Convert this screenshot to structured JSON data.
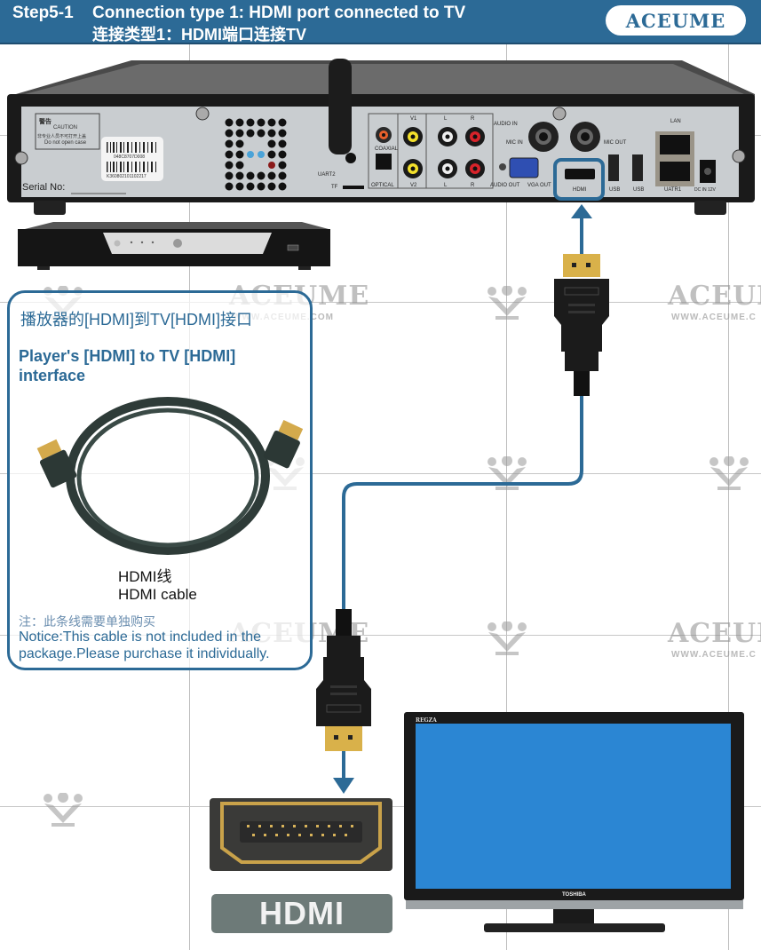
{
  "header": {
    "step": "Step5-1",
    "title_en": "Connection type 1: HDMI port connected to TV",
    "title_cn": "连接类型1：HDMI端口连接TV",
    "logo": "ACEUME",
    "colors": {
      "header_bg": "#2c6a96",
      "accent": "#2c6a96"
    }
  },
  "watermark": {
    "brand": "ACEUME",
    "url": "WWW.ACEUME.COM",
    "url_partial": "WWW.ACEUME.C"
  },
  "player_rear": {
    "caution_label": {
      "cn_title": "警告",
      "en_title": "CAUTION",
      "cn_body": "非专业人员不可打开上盖",
      "en_body": "Do not open case"
    },
    "barcode_1": "048C8707D008",
    "barcode_2": "K360802101102217",
    "serial_label": "Serial No:",
    "ports": {
      "uart2": "UART2",
      "tf": "TF",
      "coaxial": "COAXIAL",
      "optical": "OPTICAL",
      "v1": "V1",
      "v2": "V2",
      "left": "L",
      "right": "R",
      "audio_in": "AUDIO IN",
      "audio_out": "AUDIO OUT",
      "mic_in": "MIC IN",
      "mic_out": "MIC OUT",
      "vga_out": "VGA OUT",
      "hdmi": "HDMI",
      "usb_1": "USB",
      "usb_2": "USB",
      "lan": "LAN",
      "uatr1": "UATR1",
      "dc_in": "DC IN 12V"
    }
  },
  "info_box": {
    "title_cn": "播放器的[HDMI]到TV[HDMI]接口",
    "title_en": "Player's [HDMI] to TV [HDMI] interface",
    "cable_label_cn": "HDMI线",
    "cable_label_en": "HDMI cable",
    "notice_cn": "注：此条线需要单独购买",
    "notice_en": "Notice:This cable is not included in the package.Please purchase it individually."
  },
  "hdmi_port_badge": "HDMI",
  "tv": {
    "brand_top": "REGZA",
    "brand_bottom": "TOSHIBA",
    "screen_color": "#2b86d3"
  }
}
